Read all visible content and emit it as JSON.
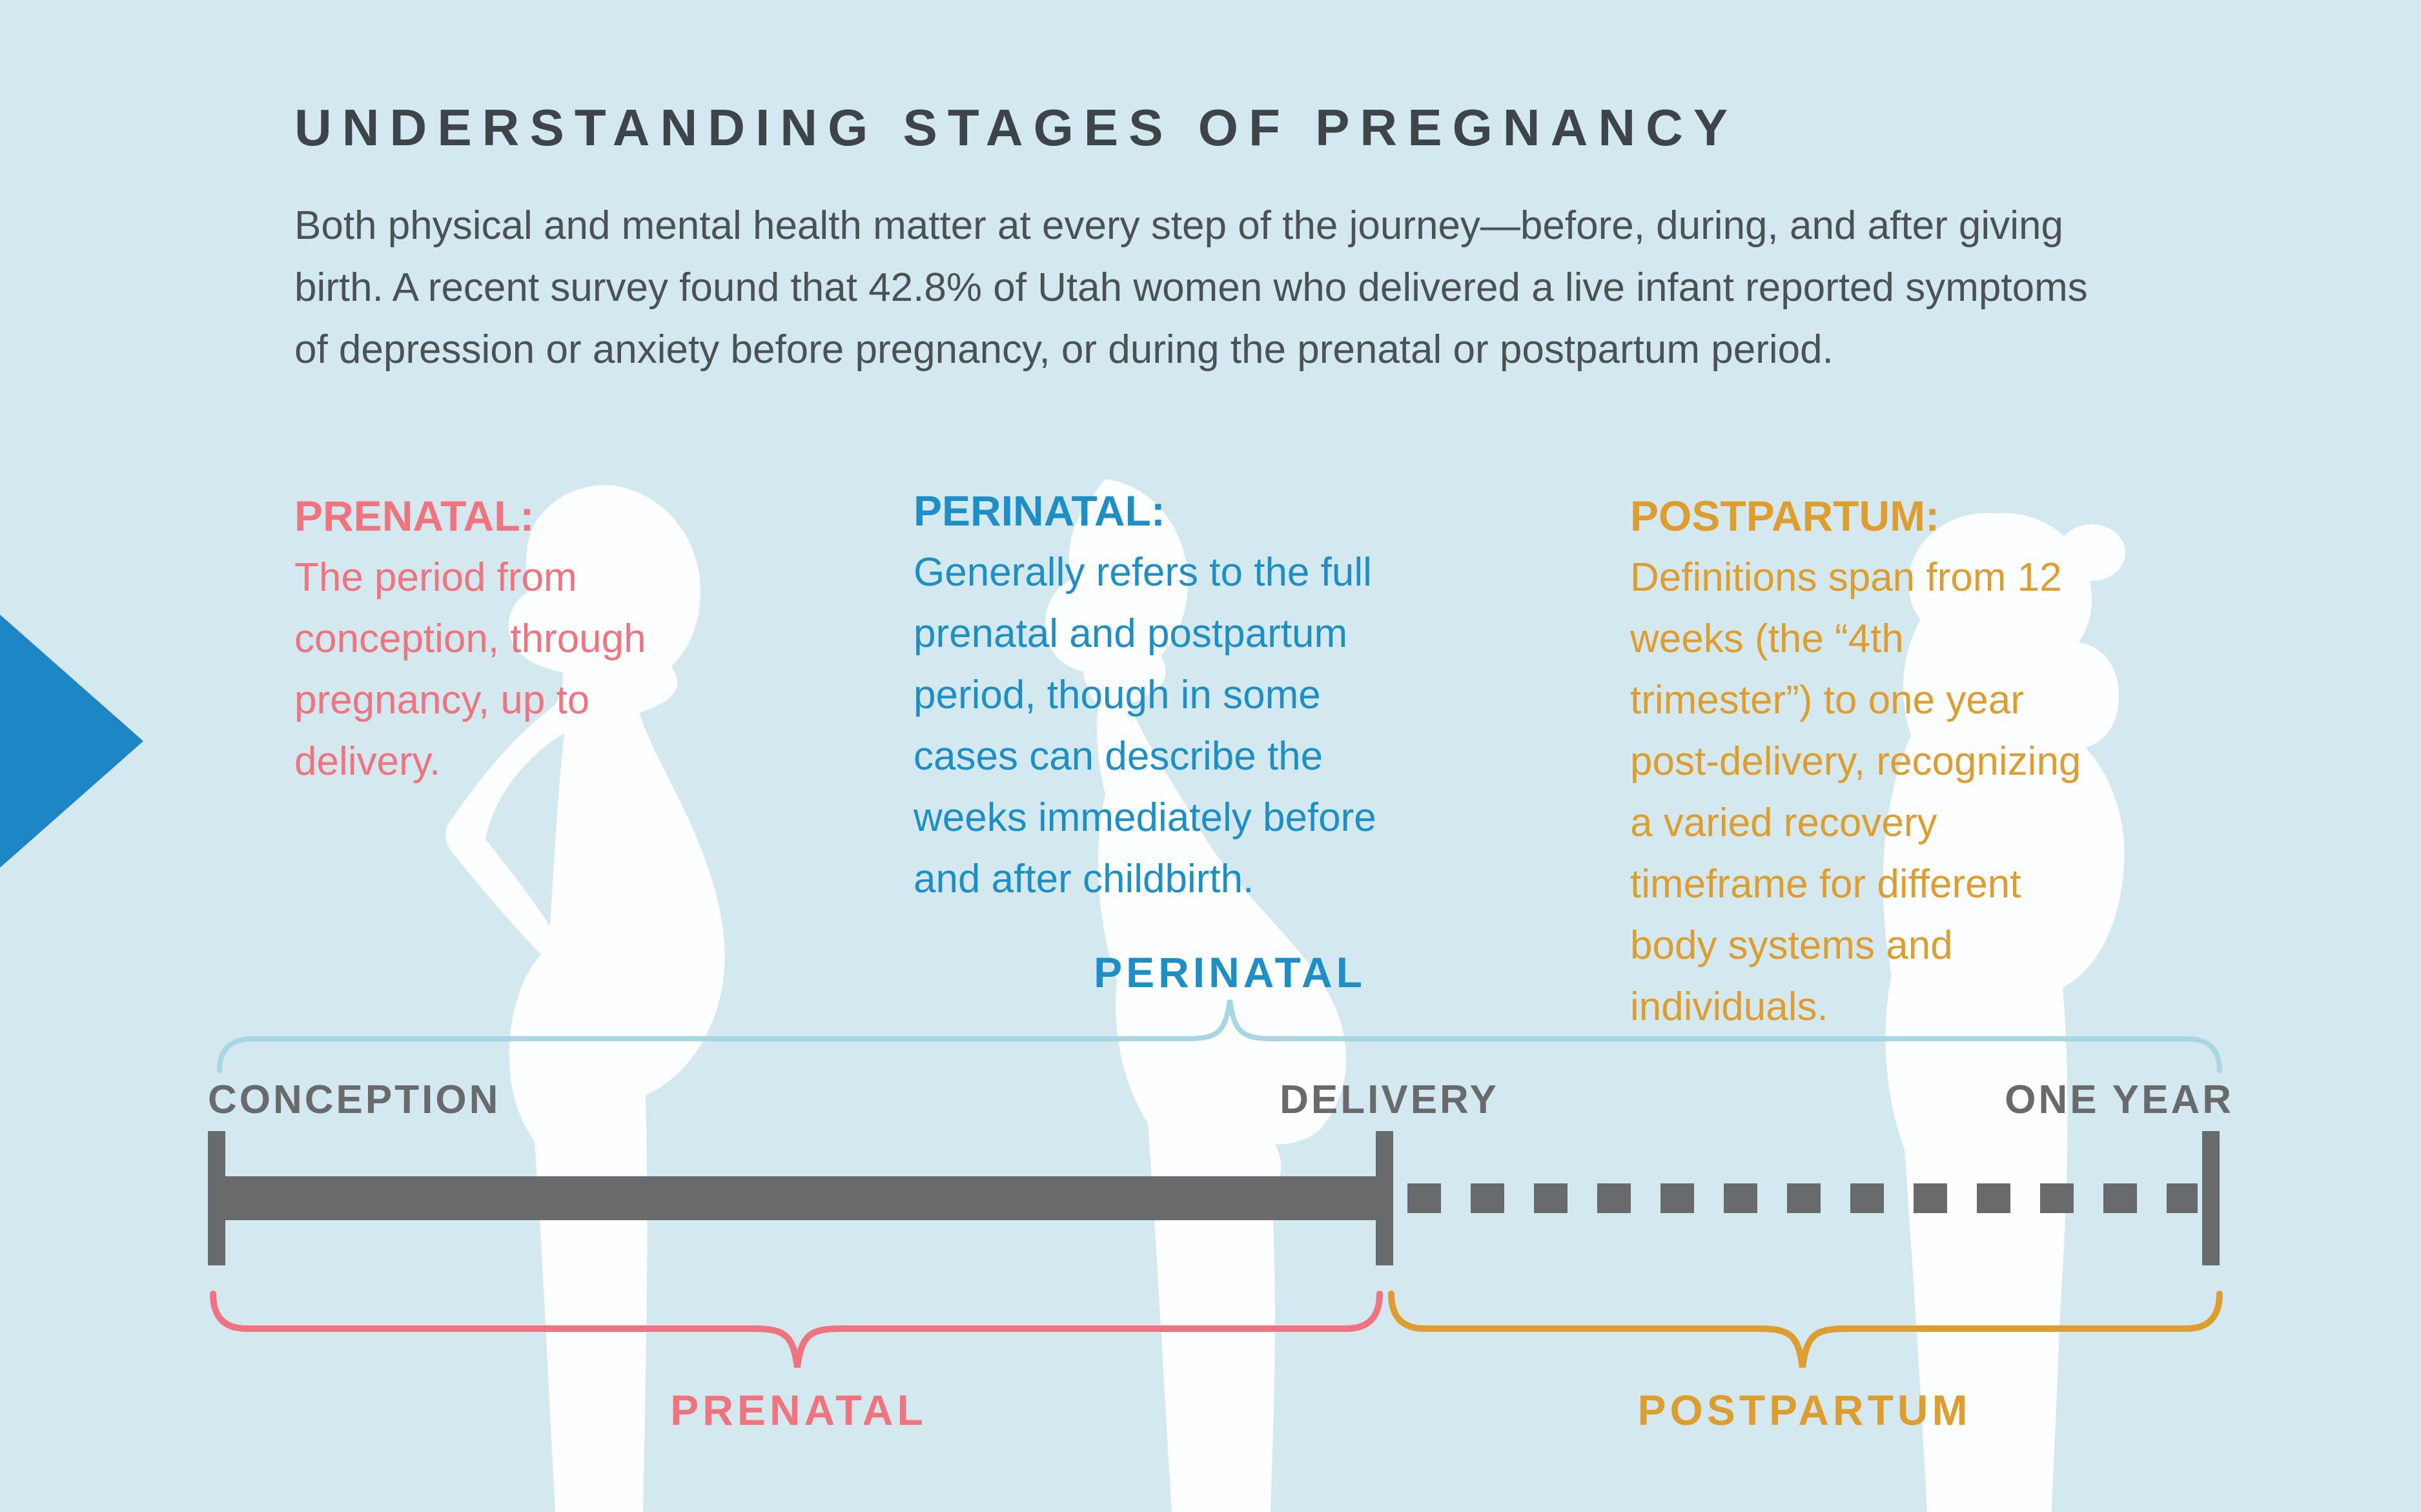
{
  "colors": {
    "background": "#d3e8ef",
    "title": "#3d454a",
    "body_text": "#4b5256",
    "prenatal": "#f0737f",
    "perinatal": "#1e8fc6",
    "postpartum": "#dd9e2f",
    "timeline": "#696a6c",
    "brace_light_blue": "#a9d6e3",
    "arrow_blue": "#1d87c6",
    "silhouette": "#fdfeff"
  },
  "header": {
    "title": "UNDERSTANDING STAGES OF PREGNANCY",
    "intro_lines": [
      "Both physical and mental health matter at every step of the journey—before, during, and after giving",
      "birth. A recent survey found that 42.8% of Utah women who delivered a live infant reported symptoms",
      "of depression or anxiety before pregnancy, or during the prenatal or postpartum period."
    ]
  },
  "definitions": {
    "prenatal": {
      "heading": "PRENATAL:",
      "lines": [
        "The period from",
        "conception, through",
        "pregnancy, up to",
        "delivery."
      ]
    },
    "perinatal": {
      "heading": "PERINATAL:",
      "lines": [
        "Generally refers to the full",
        "prenatal and postpartum",
        "period, though in some",
        "cases can describe the",
        "weeks immediately before",
        "and after childbirth."
      ]
    },
    "postpartum": {
      "heading": "POSTPARTUM:",
      "lines": [
        "Definitions span from 12",
        "weeks (the “4th",
        "trimester”) to one year",
        "post-delivery, recognizing",
        "a varied recovery",
        "timeframe for different",
        "body systems and",
        "individuals."
      ]
    }
  },
  "timeline": {
    "milestones": {
      "start": "CONCEPTION",
      "delivery": "DELIVERY",
      "end": "ONE YEAR"
    },
    "phases": {
      "perinatal": "PERINATAL",
      "prenatal": "PRENATAL",
      "postpartum": "POSTPARTUM"
    },
    "segments": [
      {
        "name": "prenatal",
        "from": "CONCEPTION",
        "to": "DELIVERY",
        "style": "solid"
      },
      {
        "name": "postpartum",
        "from": "DELIVERY",
        "to": "ONE YEAR",
        "style": "dashed"
      }
    ]
  },
  "decorative": {
    "arrow": "blue right-pointing triangle at left edge",
    "silhouettes": [
      "pregnant woman profile, hand on hip",
      "pregnant woman profile, hands under belly",
      "mother holding infant"
    ]
  }
}
